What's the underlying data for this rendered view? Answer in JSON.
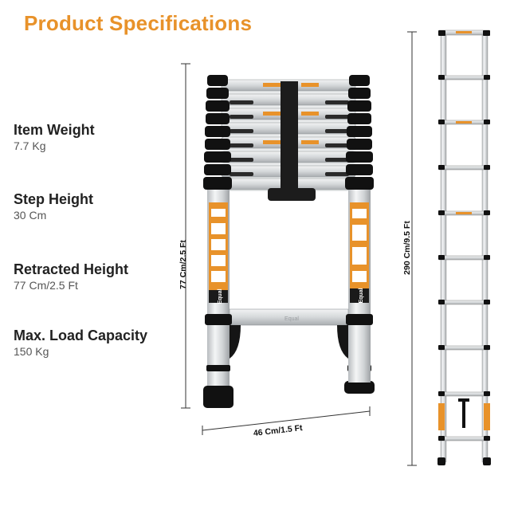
{
  "page_title": "Product Specifications",
  "specs": [
    {
      "label": "Item Weight",
      "value": "7.7 Kg"
    },
    {
      "label": "Step Height",
      "value": "30 Cm"
    },
    {
      "label": "Retracted Height",
      "value": "77 Cm/2.5 Ft"
    },
    {
      "label": "Max. Load Capacity",
      "value": "150 Kg"
    }
  ],
  "dimensions": {
    "retracted_height": "77 Cm/2.5 Ft",
    "width": "46 Cm/1.5 Ft",
    "extended_height": "290 Cm/9.5 Ft"
  },
  "ladder_labels": {
    "brand": "Equal",
    "crossbar_brand": "Equal"
  },
  "colors": {
    "accent": "#e8922a",
    "rail": "#d9dcde",
    "cap": "#111111"
  }
}
